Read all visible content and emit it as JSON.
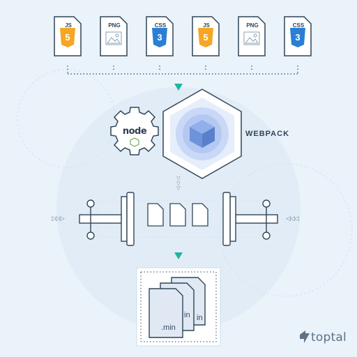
{
  "files": [
    {
      "tag": "JS",
      "icon": "html5-shield-icon",
      "color": "#f5a623"
    },
    {
      "tag": "PNG",
      "icon": "image-icon",
      "color": "#ffffff"
    },
    {
      "tag": "CSS",
      "icon": "css3-shield-icon",
      "color": "#2a7fd4"
    },
    {
      "tag": "JS",
      "icon": "html5-shield-icon",
      "color": "#f5a623"
    },
    {
      "tag": "PNG",
      "icon": "image-icon",
      "color": "#ffffff"
    },
    {
      "tag": "CSS",
      "icon": "css3-shield-icon",
      "color": "#2a7fd4"
    }
  ],
  "bundler": {
    "label": "WEBPACK",
    "icon": "webpack-cube-icon"
  },
  "runtime": {
    "label": "node",
    "icon": "gear-icon"
  },
  "input_arrows": "▷▷▷",
  "output_arrows": "◁◁◁",
  "output": {
    "labels": [
      ".min",
      "in",
      "in"
    ]
  },
  "brand": {
    "name": "toptal",
    "color": "#5d7387"
  },
  "colors": {
    "accent": "#1fb5a0",
    "bg": "#eaf2fa",
    "line": "#2f4558"
  }
}
